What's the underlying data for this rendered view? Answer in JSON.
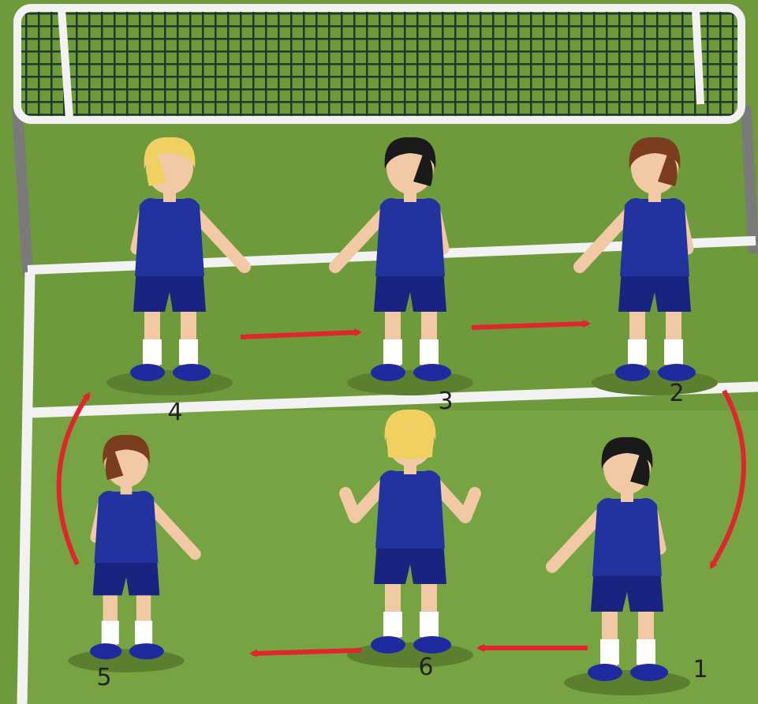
{
  "colors": {
    "court": "#6f9a3c",
    "court_light": "#7aa645",
    "lines": "#f2f2f2",
    "net": "#1d3a2a",
    "jersey": "#2233a0",
    "shorts": "#1a2480",
    "skin": "#f2c9a5",
    "shoes": "#1e2a9e",
    "arrow": "#e0262d",
    "hair_blond": "#f0d060",
    "hair_black": "#1a1a1a",
    "hair_brown": "#7a3e1e"
  },
  "positions": [
    {
      "label": "1",
      "hair": "hair_black",
      "facing": "left"
    },
    {
      "label": "2",
      "hair": "hair_brown",
      "facing": "left"
    },
    {
      "label": "3",
      "hair": "hair_black",
      "facing": "left"
    },
    {
      "label": "4",
      "hair": "hair_blond",
      "facing": "right"
    },
    {
      "label": "5",
      "hair": "hair_brown",
      "facing": "right"
    },
    {
      "label": "6",
      "hair": "hair_blond",
      "facing": "back"
    }
  ],
  "rotation_order": [
    "1",
    "2",
    "3",
    "4",
    "5",
    "6"
  ]
}
